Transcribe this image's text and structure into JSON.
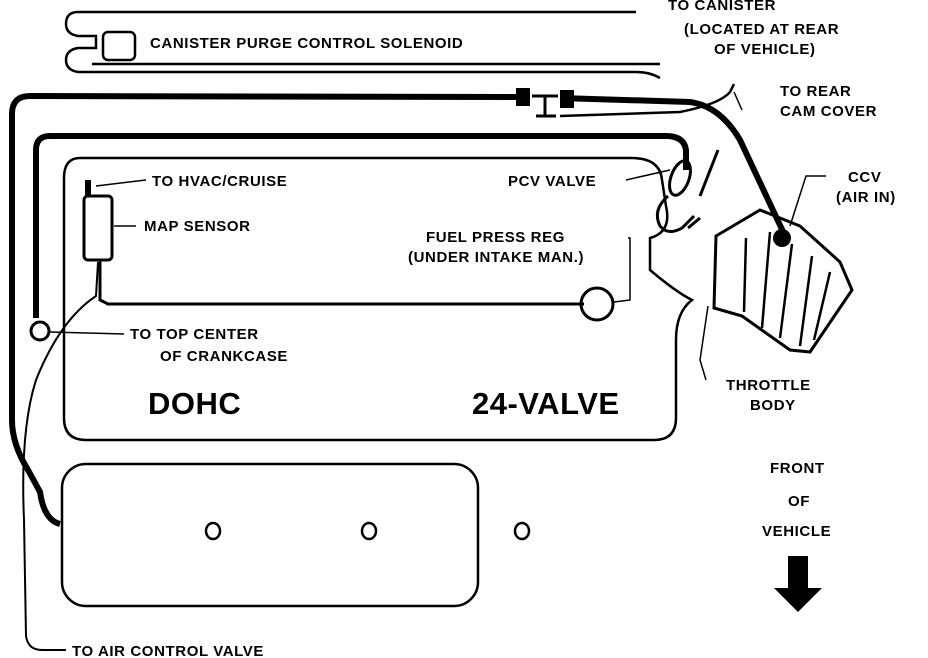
{
  "labels": {
    "canister_purge": "CANISTER PURGE CONTROL SOLENOID",
    "to_canister_1": "TO CANISTER",
    "to_canister_2": "(LOCATED AT REAR",
    "to_canister_3": "OF VEHICLE)",
    "to_rear_cam_1": "TO REAR",
    "to_rear_cam_2": "CAM COVER",
    "ccv_1": "CCV",
    "ccv_2": "(AIR IN)",
    "hvac": "TO HVAC/CRUISE",
    "map_sensor": "MAP SENSOR",
    "pcv_valve": "PCV VALVE",
    "fuel_press_1": "FUEL PRESS REG",
    "fuel_press_2": "(UNDER INTAKE MAN.)",
    "crankcase_1": "TO TOP CENTER",
    "crankcase_2": "OF CRANKCASE",
    "dohc": "DOHC",
    "valve24": "24-VALVE",
    "throttle_1": "THROTTLE",
    "throttle_2": "BODY",
    "front_1": "FRONT",
    "front_2": "OF",
    "front_3": "VEHICLE",
    "air_control": "TO AIR CONTROL VALVE"
  }
}
